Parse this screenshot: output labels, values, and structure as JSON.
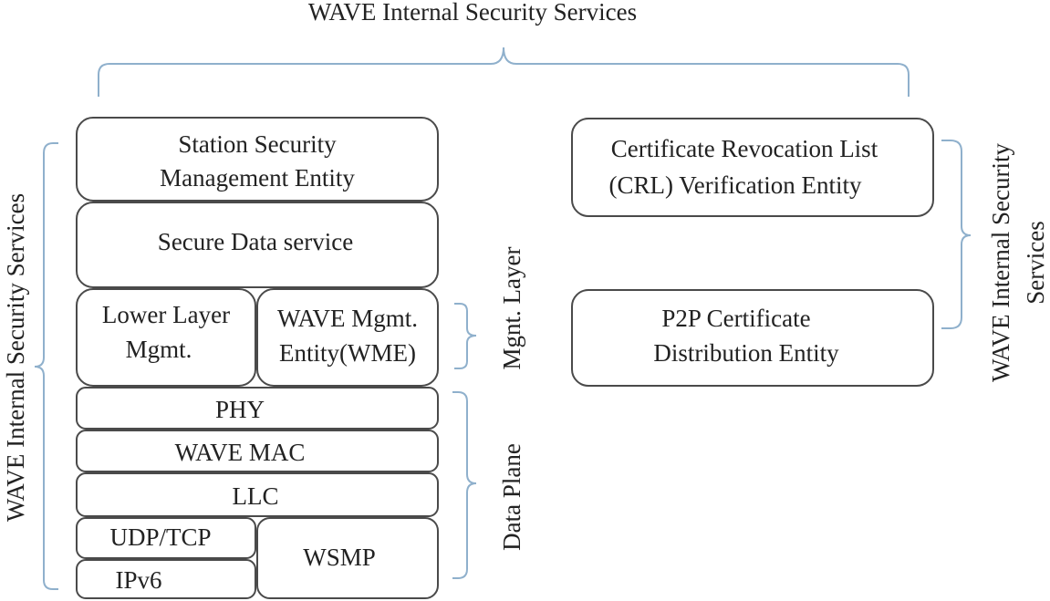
{
  "top_label": "WAVE Internal Security Services",
  "left_label": "WAVE Internal Security Services",
  "right_label": {
    "line1": "WAVE Internal Security",
    "line2": "Services"
  },
  "mgmt_label": "Mgnt. Layer",
  "data_label": "Data Plane",
  "boxes": {
    "ssme": {
      "line1": "Station Security",
      "line2": "Management Entity"
    },
    "secure_data": {
      "line1": "Secure Data service"
    },
    "lower_layer": {
      "line1": "Lower Layer",
      "line2": "Mgmt."
    },
    "wme": {
      "line1": "WAVE Mgmt.",
      "line2": "Entity(WME)"
    },
    "phy": {
      "line1": "PHY"
    },
    "wave_mac": {
      "line1": "WAVE MAC"
    },
    "llc": {
      "line1": "LLC"
    },
    "udp_tcp": {
      "line1": "UDP/TCP"
    },
    "ipv6": {
      "line1": "IPv6"
    },
    "wsmp": {
      "line1": "WSMP"
    },
    "crl": {
      "line1": "Certificate Revocation List",
      "line2": "(CRL) Verification Entity"
    },
    "p2p": {
      "line1": "P2P Certificate",
      "line2": "Distribution Entity"
    }
  }
}
